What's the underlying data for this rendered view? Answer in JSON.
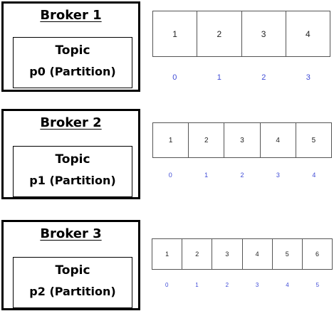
{
  "brokers": [
    {
      "title": "Broker 1",
      "topic": "Topic",
      "partition": "p0 (Partition)",
      "messages": [
        "1",
        "2",
        "3",
        "4"
      ],
      "offsets": [
        "0",
        "1",
        "2",
        "3"
      ]
    },
    {
      "title": "Broker 2",
      "topic": "Topic",
      "partition": "p1 (Partition)",
      "messages": [
        "1",
        "2",
        "3",
        "4",
        "5"
      ],
      "offsets": [
        "0",
        "1",
        "2",
        "3",
        "4"
      ]
    },
    {
      "title": "Broker 3",
      "topic": "Topic",
      "partition": "p2 (Partition)",
      "messages": [
        "1",
        "2",
        "3",
        "4",
        "5",
        "6"
      ],
      "offsets": [
        "0",
        "1",
        "2",
        "3",
        "4",
        "5"
      ]
    }
  ],
  "colors": {
    "offset": "#3f4bd6",
    "border": "#000000"
  }
}
